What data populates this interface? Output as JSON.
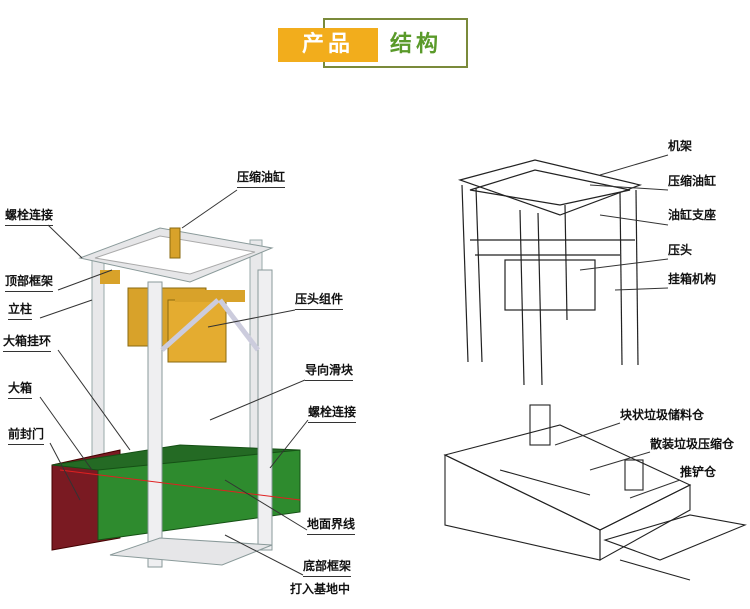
{
  "header": {
    "part1": "产品",
    "part2": "结构"
  },
  "left_diagram": {
    "labels": [
      "压缩油缸",
      "螺栓连接",
      "顶部框架",
      "立柱",
      "大箱挂环",
      "大箱",
      "前封门",
      "压头组件",
      "导向滑块",
      "螺栓连接",
      "地面界线",
      "底部框架",
      "打入基地中"
    ]
  },
  "right_diagram": {
    "top_labels": [
      "机架",
      "压缩油缸",
      "油缸支座",
      "压头",
      "挂箱机构"
    ],
    "bottom_labels": [
      "块状垃圾储料仓",
      "散装垃圾压缩仓",
      "推铲仓"
    ]
  },
  "colors": {
    "orange": "#f2ad1c",
    "green": "#5a9a2a",
    "box_green": "#2e8b2e",
    "door_red": "#7a1a22",
    "cylinder": "#d8a22a"
  }
}
